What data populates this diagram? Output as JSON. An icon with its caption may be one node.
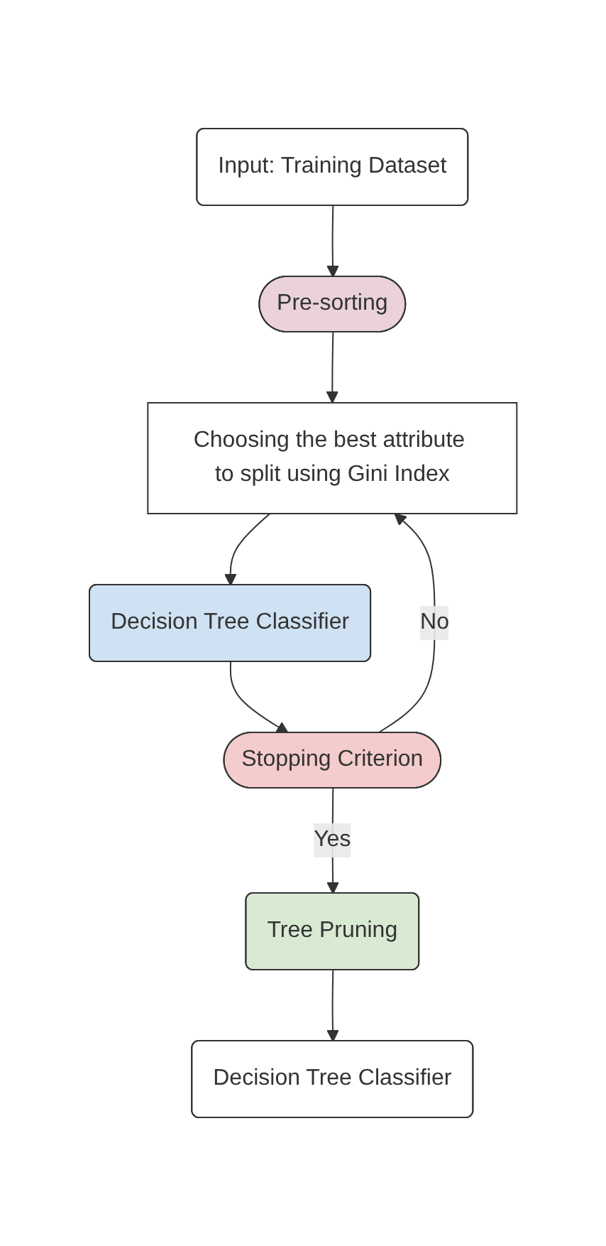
{
  "diagram": {
    "nodes": [
      {
        "text": [
          "Input: Training Dataset"
        ]
      },
      {
        "text": [
          "Pre-sorting"
        ]
      },
      {
        "text": [
          "Choosing the best attribute to split using Gini Index"
        ]
      },
      {
        "text": [
          "Decision Tree Classifier"
        ]
      },
      {
        "text": [
          "Stopping Criterion"
        ]
      },
      {
        "text": [
          "Tree Pruning"
        ]
      },
      {
        "text": [
          "Decision Tree Classifier"
        ]
      }
    ],
    "edges": [
      {
        "from": 0,
        "to": 1,
        "arrow": "to"
      },
      {
        "from": 1,
        "to": 2,
        "arrow": "to"
      },
      {
        "from": 2,
        "to": 3,
        "arrow": "to"
      },
      {
        "from": 3,
        "to": 4,
        "arrow": "to"
      },
      {
        "from": 4,
        "to": 2,
        "arrow": "to",
        "label": "No"
      },
      {
        "from": 4,
        "to": 5,
        "arrow": "to",
        "label": "Yes"
      },
      {
        "from": 5,
        "to": 6,
        "arrow": "to"
      }
    ]
  }
}
